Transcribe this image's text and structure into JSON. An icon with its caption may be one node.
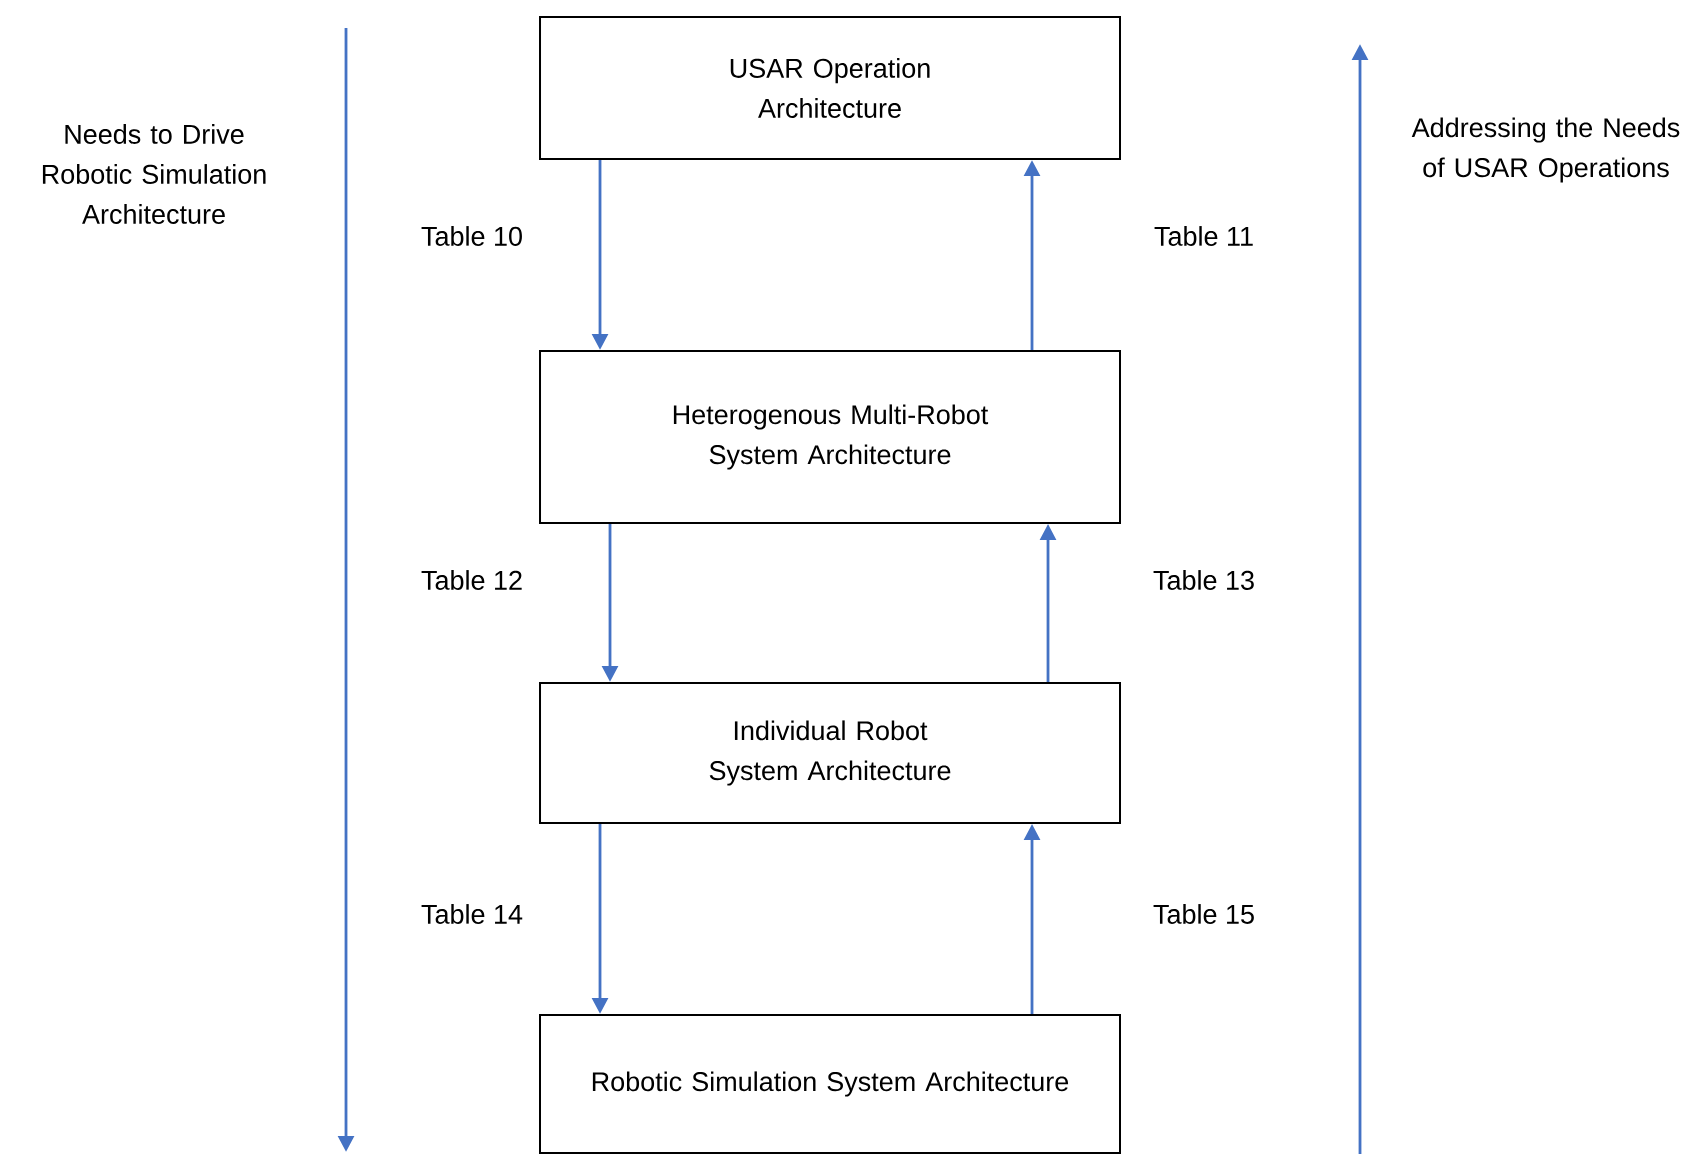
{
  "diagram": {
    "nodes": [
      {
        "text": [
          "USAR Operation Architecture"
        ]
      },
      {
        "text": [
          "Heterogenous Multi-Robot System Architecture"
        ]
      },
      {
        "text": [
          "Individual Robot System Architecture"
        ]
      },
      {
        "text": [
          "Robotic Simulation System Architecture"
        ]
      }
    ],
    "edges": [
      {
        "from": 0,
        "to": 1,
        "arrow": "to",
        "label": "Table 10"
      },
      {
        "from": 1,
        "to": 0,
        "arrow": "to",
        "label": "Table 11"
      },
      {
        "from": 1,
        "to": 2,
        "arrow": "to",
        "label": "Table 12"
      },
      {
        "from": 2,
        "to": 1,
        "arrow": "to",
        "label": "Table 13"
      },
      {
        "from": 2,
        "to": 3,
        "arrow": "to",
        "label": "Table 14"
      },
      {
        "from": 3,
        "to": 2,
        "arrow": "to",
        "label": "Table 15"
      }
    ],
    "labels": [
      "Needs to Drive Robotic Simulation Architecture",
      "Addressing the Needs of USAR Operations"
    ]
  }
}
